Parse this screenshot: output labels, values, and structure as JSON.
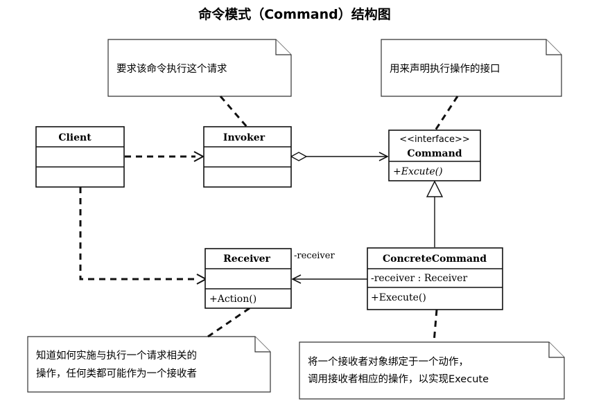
{
  "title": "命令模式（Command）结构图",
  "notes": {
    "invoker_note": [
      "要求该命令执行这个请求"
    ],
    "command_note": [
      "用来声明执行操作的接口"
    ],
    "receiver_note": [
      "知道如何实施与执行一个请求相关的",
      "操作，任何类都可能作为一个接收者"
    ],
    "concrete_note": [
      "将一个接收者对象绑定于一个动作，",
      "调用接收者相应的操作，以实现Execute"
    ]
  },
  "classes": {
    "client": {
      "name": "Client"
    },
    "invoker": {
      "name": "Invoker"
    },
    "command": {
      "stereotype": "<<interface>>",
      "name": "Command",
      "method": "+Excute()"
    },
    "receiver": {
      "name": "Receiver",
      "method": "+Action()"
    },
    "concrete": {
      "name": "ConcreteCommand",
      "attribute": "-receiver : Receiver",
      "method": "+Execute()"
    }
  },
  "association_label": "-receiver"
}
